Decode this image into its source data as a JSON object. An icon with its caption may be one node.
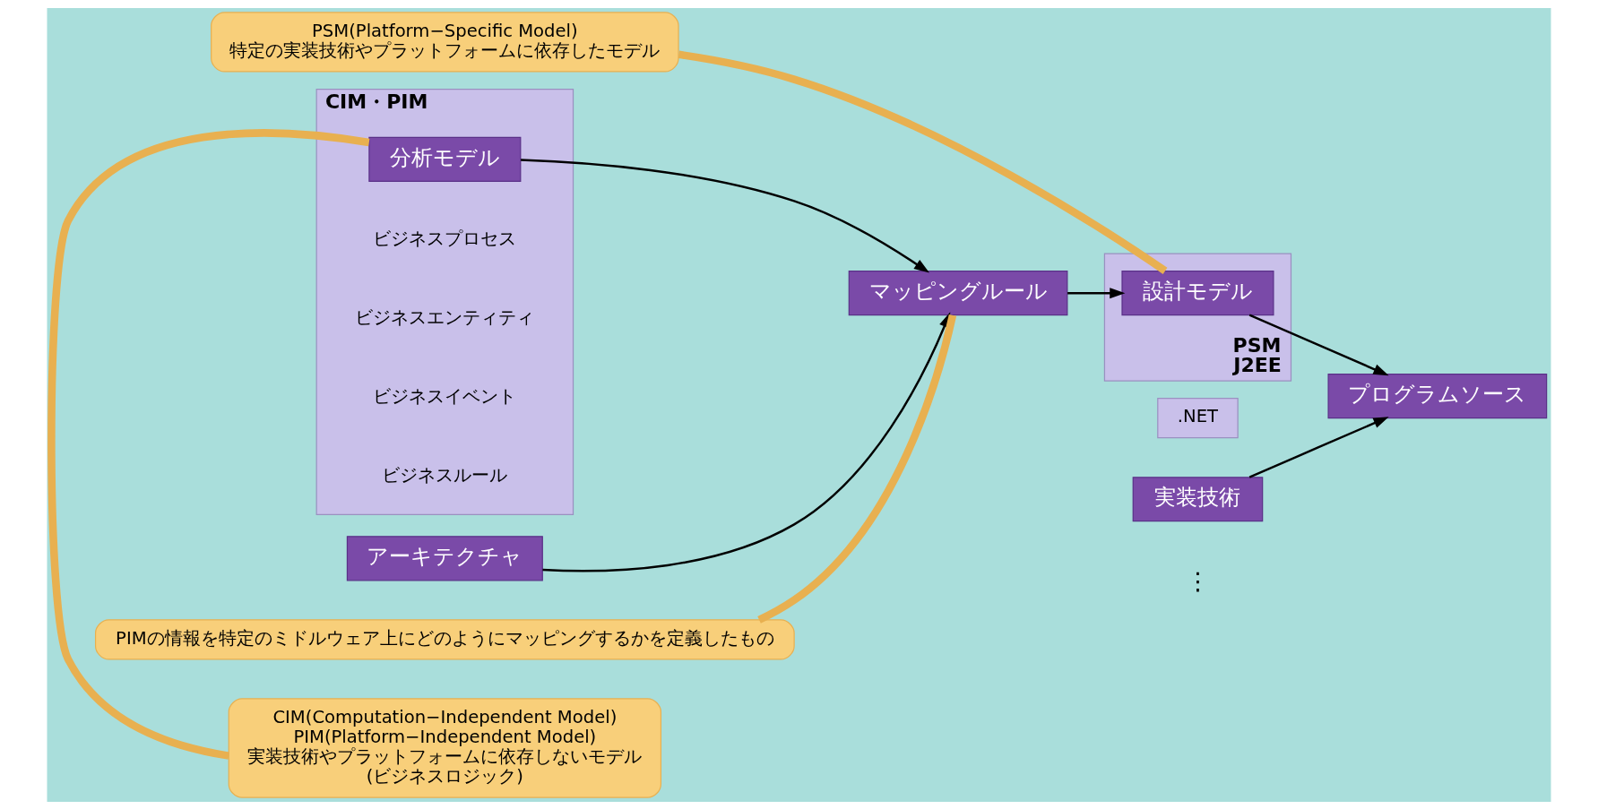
{
  "diagram": {
    "nodes": [
      {
        "text": [
          "CIM(Computation−Independent Model)",
          "PIM(Platform−Independent Model)",
          "実装技術やプラットフォームに依存しないモデル",
          "(ビジネスロジック)"
        ]
      },
      {
        "text": [
          "PSM(Platform−Specific Model)",
          "特定の実装技術やプラットフォームに依存したモデル"
        ]
      },
      {
        "text": [
          "CIM・PIM"
        ]
      },
      {
        "text": [
          "分析モデル"
        ],
        "in": 2
      },
      {
        "text": [
          "マッピングルール"
        ]
      },
      {
        "text": [
          "PSM",
          "J2EE"
        ]
      },
      {
        "text": [
          "設計モデル"
        ],
        "in": 5
      },
      {
        "text": [
          ".NET"
        ]
      },
      {
        "text": [
          "プログラムソース"
        ]
      },
      {
        "text": [
          "アーキテクチャ"
        ]
      },
      {
        "text": [
          "PIMの情報を特定のミドルウェア上にどのようにマッピングするかを定義したもの"
        ]
      },
      {
        "text": [
          "実装技術"
        ]
      }
    ],
    "edges": [
      {
        "from": 3,
        "to": 4,
        "arrow": "to"
      },
      {
        "from": 9,
        "to": 4,
        "arrow": "to"
      },
      {
        "from": 4,
        "to": 6,
        "arrow": "to"
      },
      {
        "from": 6,
        "to": 8,
        "arrow": "to"
      },
      {
        "from": 11,
        "to": 8,
        "arrow": "to"
      },
      {
        "from": 0,
        "to": 3,
        "arrow": "none",
        "style": "thick",
        "color": "#e8b050"
      },
      {
        "from": 1,
        "to": 6,
        "arrow": "none",
        "style": "thick",
        "color": "#e8b050"
      },
      {
        "from": 10,
        "to": 4,
        "arrow": "none",
        "style": "thick",
        "color": "#e8b050"
      }
    ],
    "labels": [
      "ビジネスプロセス",
      "ビジネスエンティティ",
      "ビジネスイベント",
      "ビジネスルール",
      "⋮"
    ]
  }
}
